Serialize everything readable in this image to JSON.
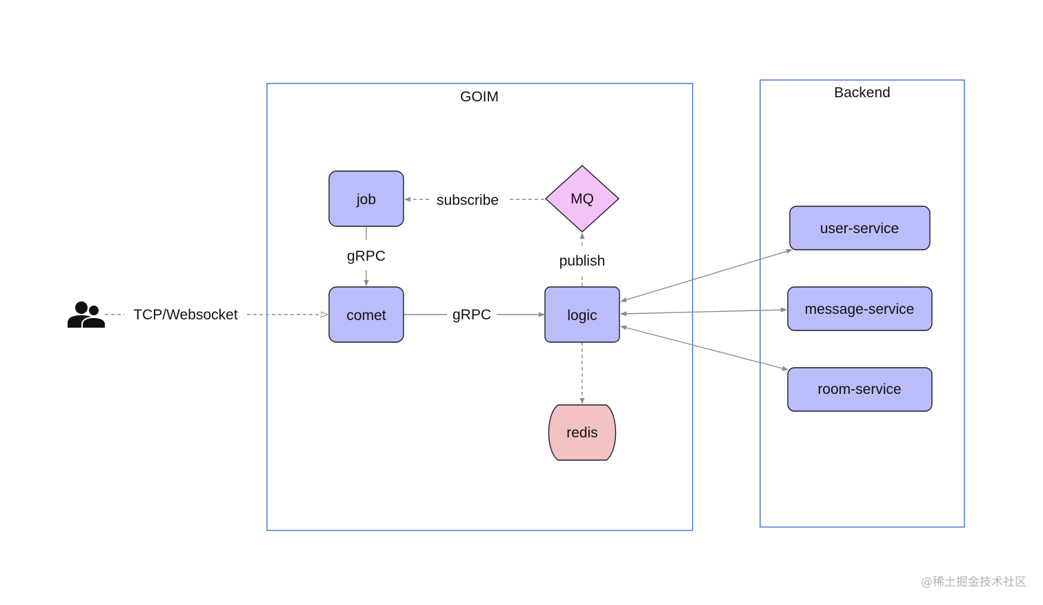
{
  "groups": {
    "goim": "GOIM",
    "backend": "Backend"
  },
  "nodes": {
    "job": "job",
    "mq": "MQ",
    "comet": "comet",
    "logic": "logic",
    "redis": "redis",
    "user_service": "user-service",
    "message_service": "message-service",
    "room_service": "room-service"
  },
  "edges": {
    "subscribe": "subscribe",
    "publish": "publish",
    "job_comet": "gRPC",
    "comet_logic": "gRPC",
    "users_comet": "TCP/Websocket"
  },
  "icons": {
    "users": "users-icon"
  },
  "colors": {
    "group_border": "#3f6fd1",
    "service_fill": "#babdf9",
    "mq_fill": "#f3c2f7",
    "redis_fill": "#f4c2c2"
  },
  "watermark": "@稀土掘金技术社区"
}
